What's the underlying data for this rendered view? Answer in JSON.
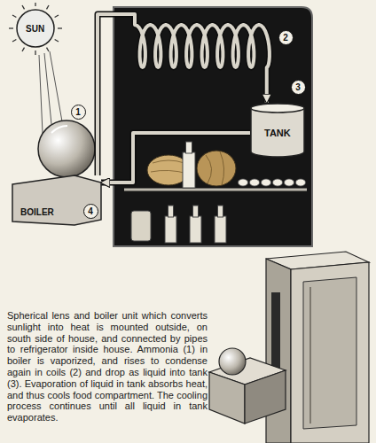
{
  "diagram": {
    "caption": "Spherical lens and boiler unit which converts sunlight into heat is mounted outside, on south side of house, and connected by pipes to refrigerator inside house. Ammonia (1) in boiler is vaporized, and rises to condense again in coils (2) and drop as liquid into tank (3). Evaporation of liquid in tank absorbs heat, and thus cools food compartment. The cooling process continues until all liquid in tank evaporates.",
    "nodes": [
      {
        "text": [
          "SUN"
        ]
      },
      {
        "text": [
          "TANK"
        ]
      },
      {
        "text": [
          "BOILER"
        ]
      }
    ],
    "edges": [
      {
        "from": 2,
        "to": 1,
        "arrow": "to"
      },
      {
        "from": 1,
        "to": 2,
        "arrow": "to"
      }
    ],
    "labels": [
      "1",
      "2",
      "3",
      "4"
    ]
  }
}
